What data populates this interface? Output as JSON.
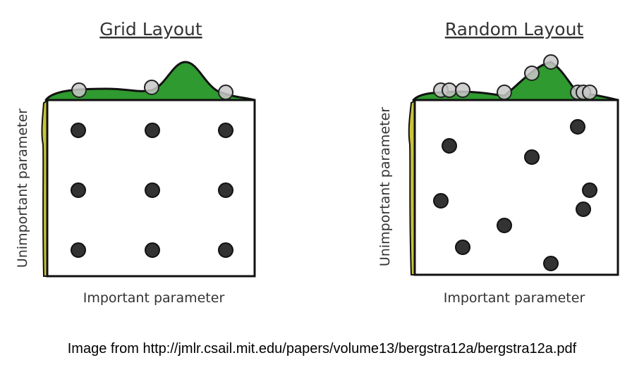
{
  "panels": [
    {
      "title": "Grid Layout",
      "xlabel": "Important parameter",
      "ylabel": "Unimportant parameter"
    },
    {
      "title": "Random Layout",
      "xlabel": "Important parameter",
      "ylabel": "Unimportant parameter"
    }
  ],
  "caption": "Image from http://jmlr.csail.mit.edu/papers/volume13/bergstra12a/bergstra12a.pdf",
  "colors": {
    "important_density": "#2f9a2f",
    "unimportant_density": "#c8c43a",
    "point": "#333333",
    "projection": "#c8c8c8"
  }
}
